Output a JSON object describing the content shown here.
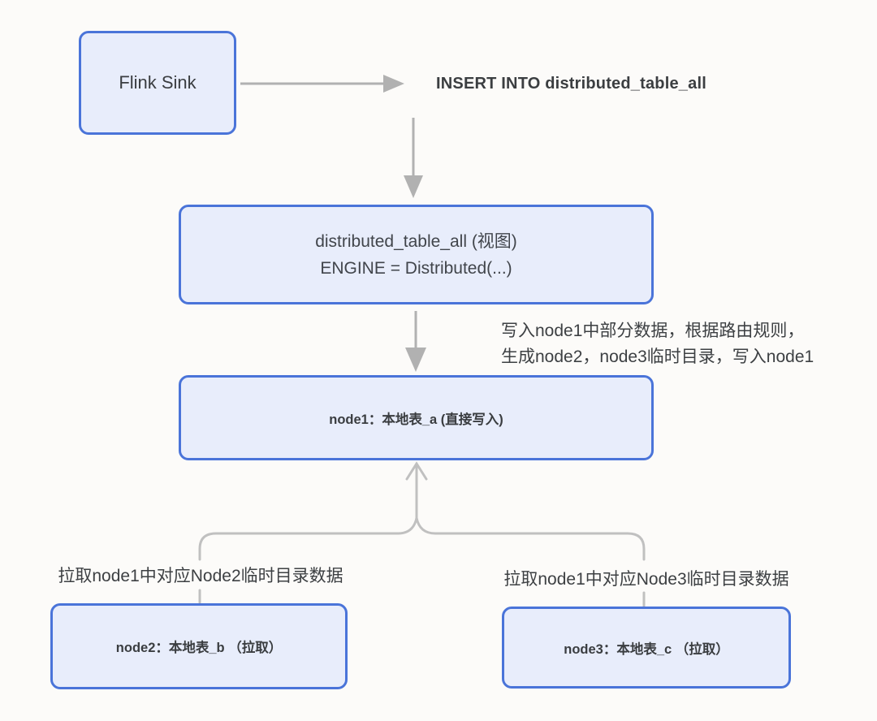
{
  "diagram": {
    "title_implicit": "Flink sink to ClickHouse distributed table write flow",
    "background": "#fcfbf9"
  },
  "colors": {
    "node_fill": "#e8edfb",
    "node_border": "#4a74d9",
    "arrow_gray": "#b1b1b1",
    "connector_gray": "#c3c3c3",
    "text_dark": "#3b3e41"
  },
  "nodes": {
    "flink": {
      "label": "Flink Sink"
    },
    "dist": {
      "line1": "distributed_table_all (视图)",
      "line2": "ENGINE = Distributed(...)"
    },
    "node1": {
      "label": "node1：本地表_a (直接写入)"
    },
    "node2": {
      "label": "node2：本地表_b （拉取）"
    },
    "node3": {
      "label": "node3：本地表_c （拉取）"
    }
  },
  "annotations": {
    "insert_sql": "INSERT INTO distributed_table_all",
    "routing_line1": "写入node1中部分数据，根据路由规则，",
    "routing_line2": "生成node2，node3临时目录，写入node1",
    "pull_node2": "拉取node1中对应Node2临时目录数据",
    "pull_node3": "拉取node1中对应Node3临时目录数据"
  }
}
